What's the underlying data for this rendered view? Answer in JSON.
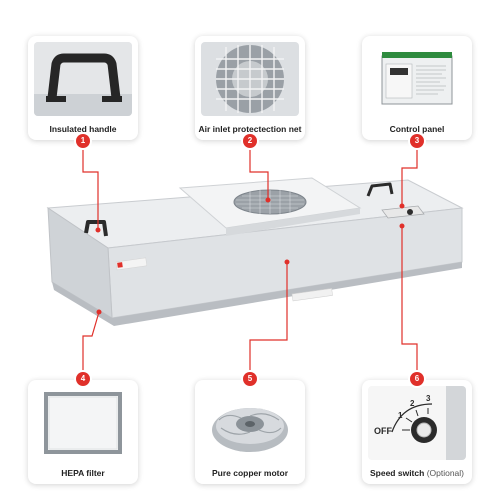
{
  "callouts": [
    {
      "number": "1",
      "label": "Insulated handle"
    },
    {
      "number": "2",
      "label": "Air inlet protectection net"
    },
    {
      "number": "3",
      "label": "Control panel"
    },
    {
      "number": "4",
      "label": "HEPA filter"
    },
    {
      "number": "5",
      "label": "Pure copper motor"
    },
    {
      "number": "6",
      "label": "Speed switch",
      "label_suffix": "(Optional)"
    }
  ],
  "speed_switch": {
    "off_label": "OFF",
    "levels": [
      "1",
      "2",
      "3"
    ]
  },
  "colors": {
    "accent": "#e0302a",
    "housing_top": "#eceef0",
    "housing_front": "#dfe2e5"
  }
}
